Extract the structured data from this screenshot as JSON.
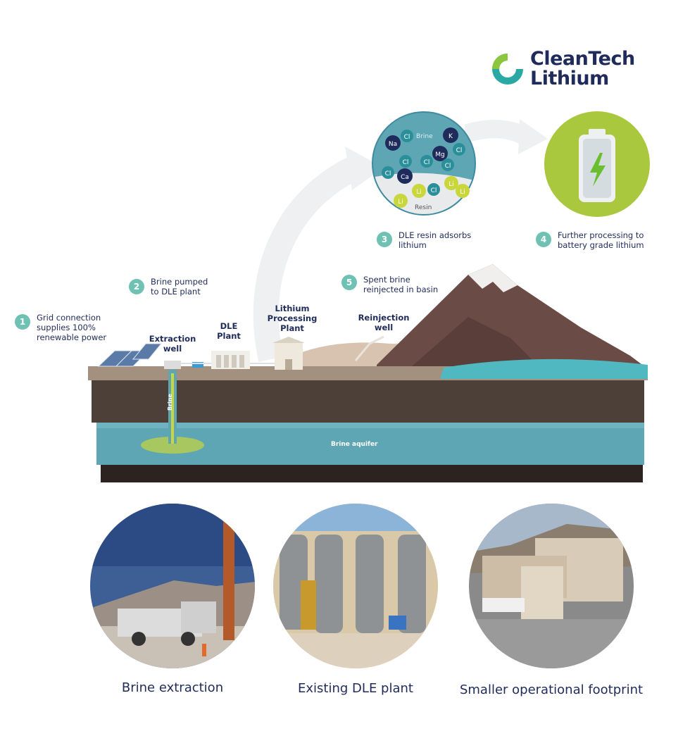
{
  "logo": {
    "line1": "CleanTech",
    "line2": "Lithium",
    "colors": {
      "green": "#8cc63f",
      "teal": "#2aa9a4",
      "navy": "#1f2b5a"
    }
  },
  "steps": [
    {
      "num": "1",
      "text_lines": [
        "Grid connection",
        "supplies 100%",
        "renewable power"
      ]
    },
    {
      "num": "2",
      "text_lines": [
        "Brine pumped",
        "to DLE plant"
      ]
    },
    {
      "num": "3",
      "text_lines": [
        "DLE resin adsorbs",
        "lithium"
      ]
    },
    {
      "num": "4",
      "text_lines": [
        "Further processing to",
        "battery grade lithium"
      ]
    },
    {
      "num": "5",
      "text_lines": [
        "Spent brine",
        "reinjected in basin"
      ]
    }
  ],
  "site_labels": {
    "extraction": [
      "Extraction",
      "well"
    ],
    "dle": [
      "DLE",
      "Plant"
    ],
    "processing": [
      "Lithium",
      "Processing",
      "Plant"
    ],
    "reinjection": [
      "Reinjection",
      "well"
    ]
  },
  "ground": {
    "brine_label": "Brine",
    "aquifer_label": "Brine aquifer"
  },
  "resin_circle": {
    "brine_label": "Brine",
    "resin_label": "Resin",
    "ions": {
      "na": "Na",
      "k": "K",
      "mg": "Mg",
      "ca": "Ca",
      "cl": "Cl",
      "li": "Li"
    }
  },
  "captions": [
    "Brine extraction",
    "Existing DLE plant",
    "Smaller operational footprint"
  ],
  "colors": {
    "step_badge": "#6fc1b3",
    "aquifer": "#5fa6b5",
    "earth": "#4d4039",
    "mountain": "#6b4b45",
    "battery_bg": "#a9c83e"
  }
}
